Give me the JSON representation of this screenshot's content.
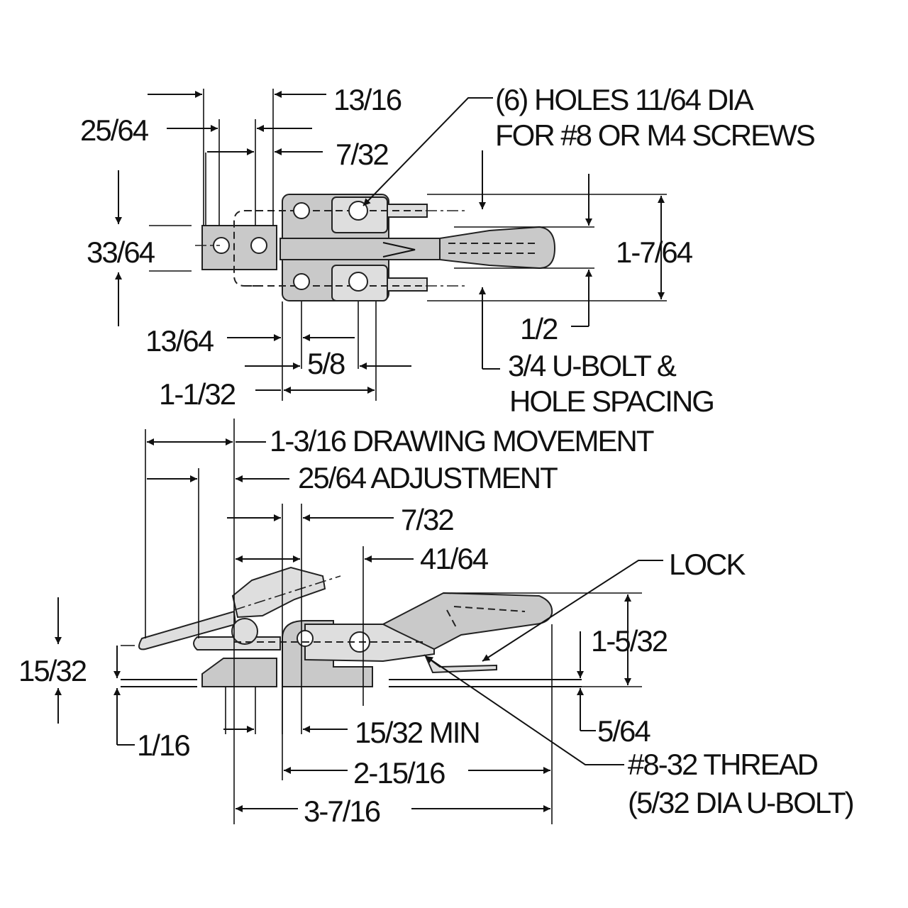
{
  "top_view": {
    "dims": {
      "d_13_16": "13/16",
      "d_25_64": "25/64",
      "d_7_32": "7/32",
      "d_33_64": "33/64",
      "d_1_7_64": "1-7/64",
      "d_1_2": "1/2",
      "d_13_64": "13/64",
      "d_5_8": "5/8",
      "d_1_1_32": "1-1/32"
    },
    "notes": {
      "holes_line1": "(6) HOLES 11/64 DIA",
      "holes_line2": "FOR #8 OR M4 SCREWS",
      "ubolt_line1": "3/4 U-BOLT &",
      "ubolt_line2": "HOLE SPACING"
    }
  },
  "side_view": {
    "dims": {
      "drawing_movement": "1-3/16 DRAWING MOVEMENT",
      "adjustment": "25/64 ADJUSTMENT",
      "d_7_32": "7/32",
      "d_41_64": "41/64",
      "d_15_32": "15/32",
      "d_1_5_32": "1-5/32",
      "d_5_64": "5/64",
      "d_1_16": "1/16",
      "d_15_32_min": "15/32 MIN",
      "d_2_15_16": "2-15/16",
      "d_3_7_16": "3-7/16"
    },
    "notes": {
      "lock": "LOCK",
      "thread_line1": "#8-32 THREAD",
      "thread_line2": "(5/32 DIA U-BOLT)"
    }
  }
}
